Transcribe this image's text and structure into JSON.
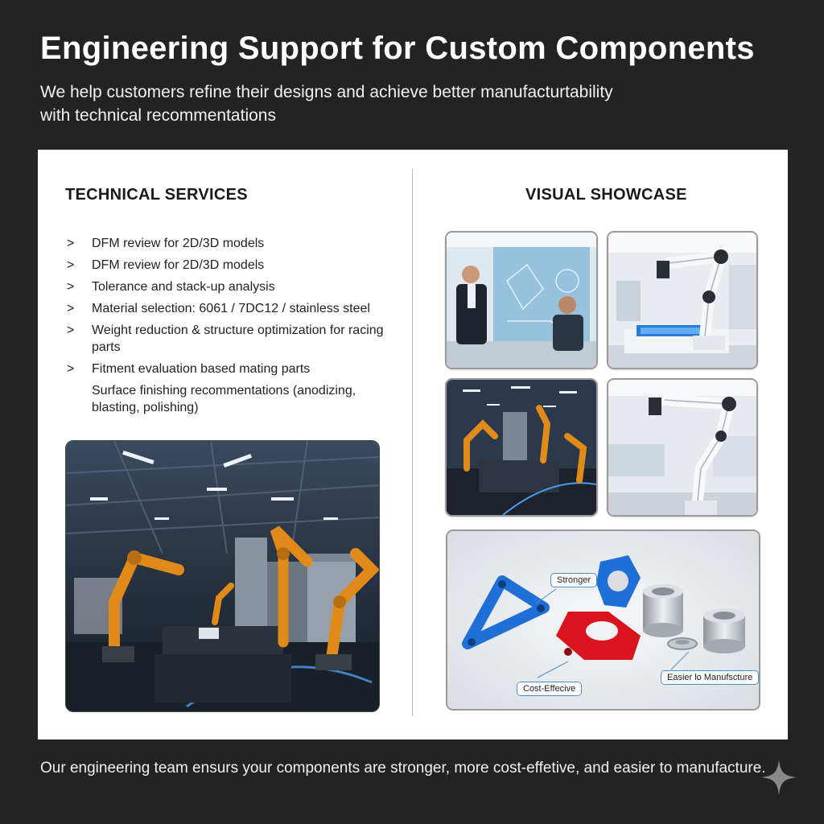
{
  "header": {
    "title": "Engineering Support for Custom Components",
    "subtitle_lines": [
      "We help customers refine their designs and achieve better manufacturtability",
      "with technical recommentations"
    ]
  },
  "technical_services": {
    "heading": "TECHNICAL SERVICES",
    "bullet_icon": "chevron-right-icon",
    "items": [
      {
        "text": "DFM review for 2D/3D models",
        "bullet": true
      },
      {
        "text": "DFM review for 2D/3D models",
        "bullet": true
      },
      {
        "text": "Tolerance and stack-up analysis",
        "bullet": true
      },
      {
        "text": "Material selection: 6061 / 7DC12 / stainless steel",
        "bullet": true
      },
      {
        "text": "Weight reduction & structure optimization for racing parts",
        "bullet": true
      },
      {
        "text": "Fitment evaluation based mating parts",
        "bullet": true
      },
      {
        "text": "Surface finishing recommentations (anodizing, blasting, polishing)",
        "bullet": false
      }
    ]
  },
  "visual_showcase": {
    "heading": "VISUAL SHOWCASE",
    "callouts": {
      "stronger": "Stronger",
      "cost_effective": "Cost-Effecive",
      "easier": "Easier lo Manufscture"
    }
  },
  "footer": {
    "text": "Our engineering team ensurs your components are stronger, more cost-effetive, and easier to manufacture."
  },
  "colors": {
    "background": "#232323",
    "panel": "#ffffff",
    "robot_orange": "#e08a1a",
    "part_blue": "#1f6fd6",
    "part_red": "#d8141c"
  }
}
